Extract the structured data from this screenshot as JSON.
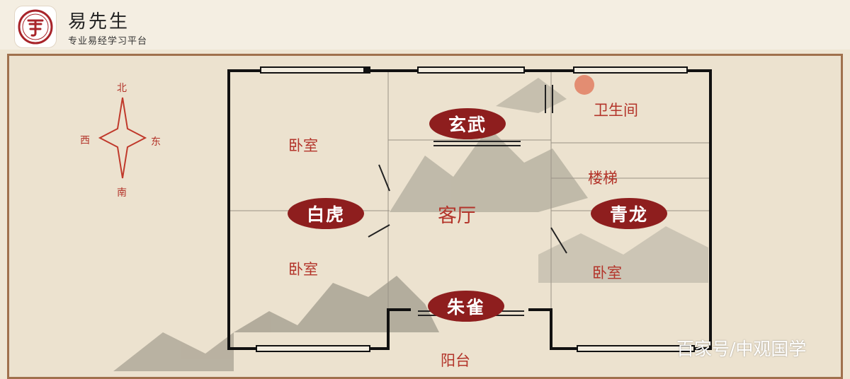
{
  "brand": {
    "name": "易先生",
    "tagline": "专业易经学习平台"
  },
  "compass": {
    "north": "北",
    "south": "南",
    "east": "东",
    "west": "西"
  },
  "rooms": {
    "bedroom_top_left": "卧室",
    "bedroom_bottom_left": "卧室",
    "living_room": "客厅",
    "bathroom": "卫生间",
    "stairs": "楼梯",
    "bedroom_right": "卧室",
    "balcony": "阳台"
  },
  "badges": {
    "north": "玄武",
    "west": "白虎",
    "east": "青龙",
    "south": "朱雀"
  },
  "colors": {
    "badge": "#8e1e1e",
    "room_text": "#b3342a",
    "wall": "#111111",
    "frame": "#a0714d"
  },
  "watermark": "百家号/中观国学"
}
